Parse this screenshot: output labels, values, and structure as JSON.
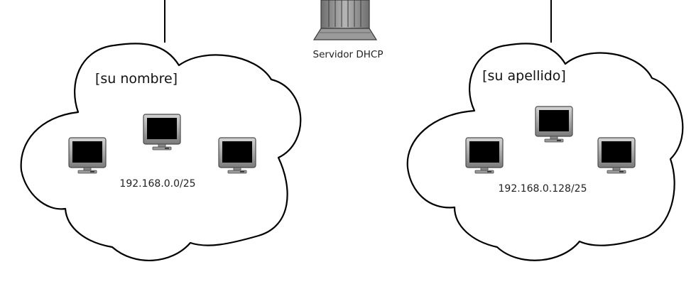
{
  "server": {
    "label": "Servidor DHCP",
    "icon": "server-tower-icon"
  },
  "networks": [
    {
      "name": "[su nombre]",
      "subnet": "192.168.0.0/25",
      "computers": 3,
      "icon": "monitor-icon"
    },
    {
      "name": "[su apellido]",
      "subnet": "192.168.0.128/25",
      "computers": 3,
      "icon": "monitor-icon"
    }
  ],
  "colors": {
    "outline": "#000000",
    "screen": "#000000",
    "monitor_frame": "#9a9a9a",
    "server_body": "#8a8a8a"
  }
}
